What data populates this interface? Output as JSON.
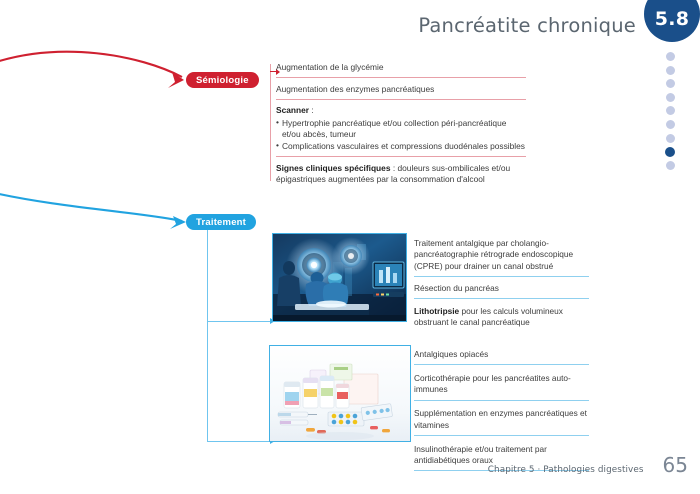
{
  "header": {
    "title": "Pancréatite chronique",
    "badge_number": "5.8",
    "badge_color": "#1a4f8a"
  },
  "nav_dots": {
    "total": 9,
    "active_index": 8,
    "inactive_color": "#c3cbe4",
    "active_color": "#1a4f8a"
  },
  "semiology": {
    "pill_label": "Sémiologie",
    "pill_color": "#cf2030",
    "rows": [
      {
        "text": "Augmentation de la glycémie"
      },
      {
        "text": "Augmentation des enzymes pancréatiques"
      },
      {
        "lead": "Scanner",
        "lead_suffix": " :",
        "bullets": [
          "Hypertrophie pancréatique et/ou collection péri-pancréatique et/ou abcès, tumeur",
          "Complications vasculaires et compressions duodénales possibles"
        ]
      },
      {
        "lead": "Signes cliniques spécifiques",
        "text": " : douleurs sus-ombilicales et/ou épigastriques augmentées par la consommation d'alcool"
      }
    ]
  },
  "treatment": {
    "pill_label": "Traitement",
    "pill_color": "#21a3e0",
    "group_surgery": {
      "image_alt": "operating-room-surgeons",
      "rows": [
        {
          "text": "Traitement antalgique par cholangio-pancréatographie rétrograde endoscopique (CPRE) pour drainer un canal obstrué"
        },
        {
          "text": "Résection du pancréas"
        },
        {
          "lead": "Lithotripsie",
          "text": " pour les calculs volumineux obstruant le canal pancréatique"
        }
      ]
    },
    "group_medication": {
      "image_alt": "assorted-medications-pile",
      "rows": [
        {
          "text": "Antalgiques opiacés"
        },
        {
          "text": "Corticothérapie pour les pancréatites auto-immunes"
        },
        {
          "text": "Supplémentation en enzymes pancréatiques et vitamines"
        },
        {
          "text": "Insulinothérapie et/ou traitement par antidiabétiques oraux"
        }
      ]
    }
  },
  "footer": {
    "chapter_label": "Chapitre 5 · Pathologies digestives",
    "page_number": "65"
  }
}
